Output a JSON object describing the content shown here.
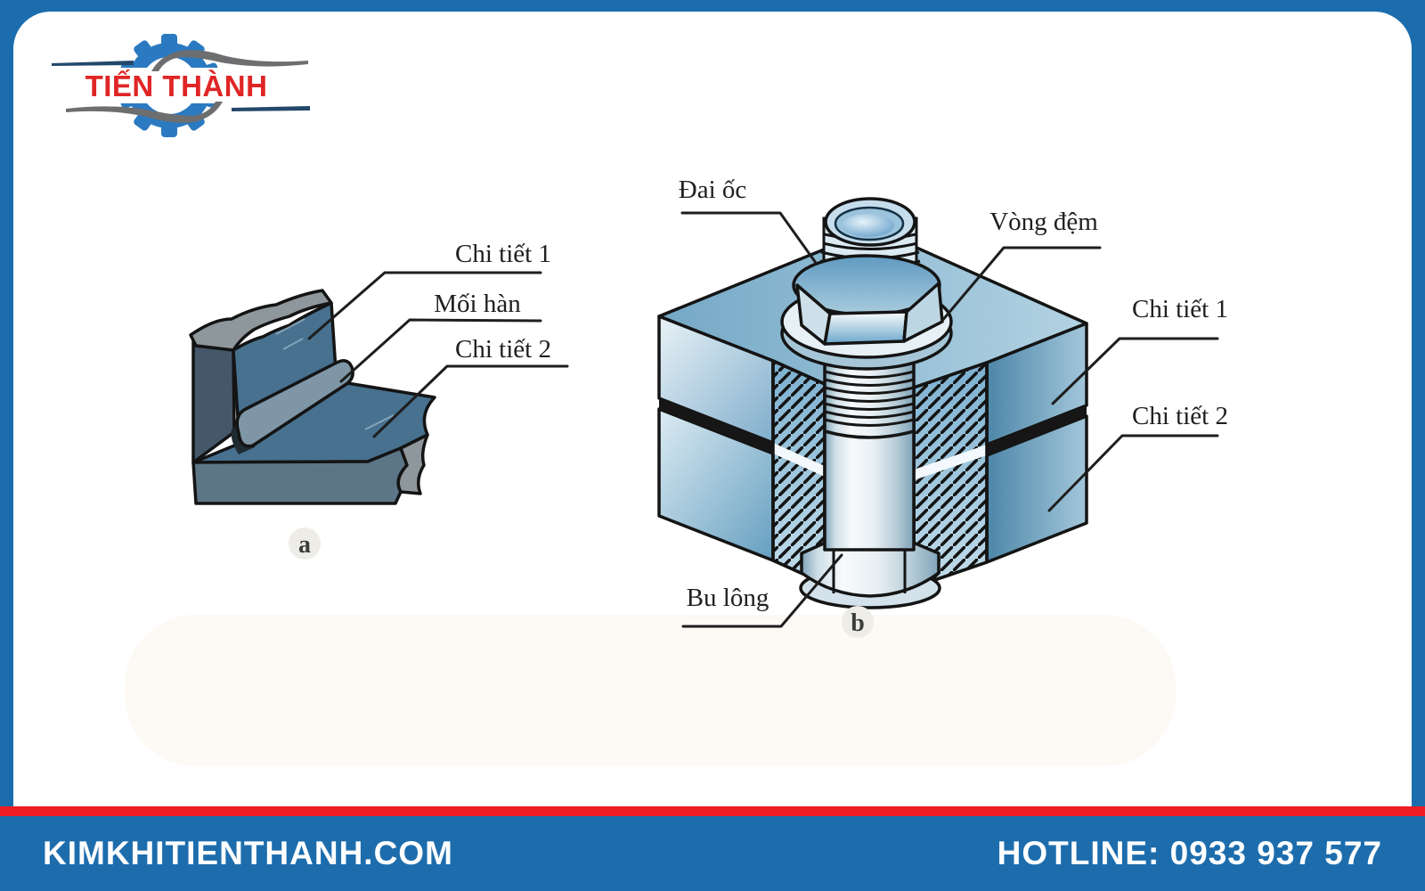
{
  "brand": {
    "name": "TIẾN THÀNH",
    "text_color": "#e02526",
    "gear_color": "#2b7ac1",
    "swoosh_color": "#6d6e70",
    "line_color": "#24486b"
  },
  "frame": {
    "border_color": "#1b6dad",
    "content_background": "#ffffff"
  },
  "figure_a": {
    "caption": "a",
    "label_part1": "Chi tiết 1",
    "label_weld": "Mối hàn",
    "label_part2": "Chi tiết 2"
  },
  "figure_b": {
    "caption": "b",
    "label_nut": "Đai ốc",
    "label_washer": "Vòng đệm",
    "label_part1": "Chi tiết 1",
    "label_part2": "Chi tiết 2",
    "label_bolt": "Bu lông"
  },
  "footer": {
    "website": "KIMKHITIENTHANH.COM",
    "hotline": "HOTLINE: 0933 937 577",
    "bar_color": "#1d6dad",
    "stripe_color": "#ee1c23",
    "text_color": "#ffffff"
  }
}
